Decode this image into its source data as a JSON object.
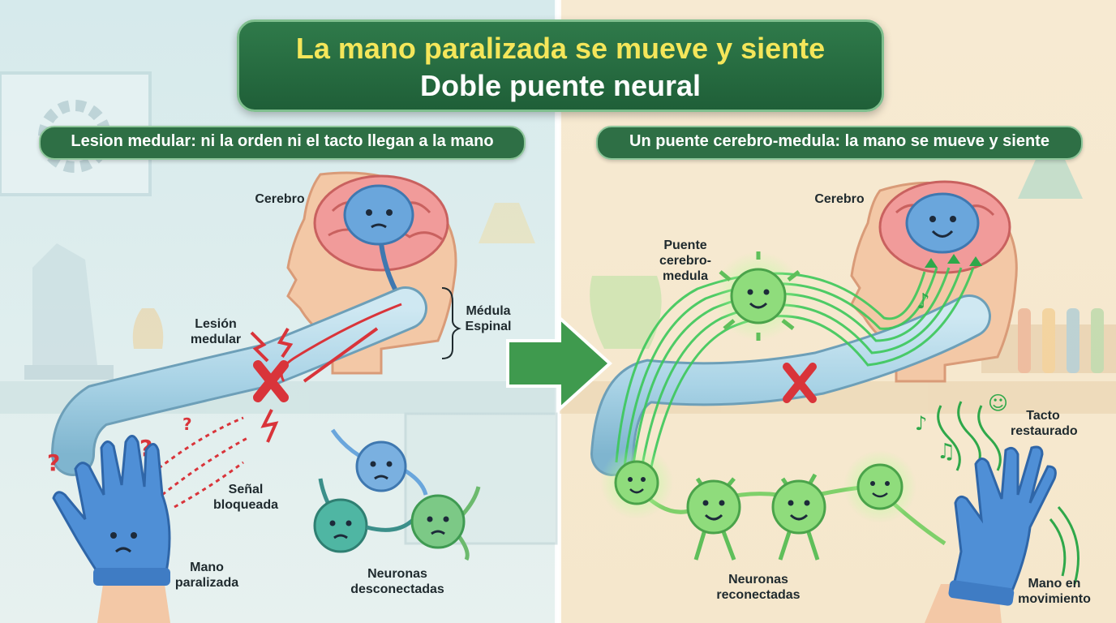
{
  "title": {
    "main": "La mano paralizada se mueve y siente",
    "sub": "Doble puente neural"
  },
  "left_panel": {
    "caption": "Lesion medular: ni la orden ni el tacto llegan a la mano",
    "labels": {
      "brain": "Cerebro",
      "spinal_cord": "Médula Espinal",
      "injury": "Lesión medular",
      "blocked_signal": "Señal bloqueada",
      "paralyzed_hand": "Mano paralizada",
      "disconnected_neurons": "Neuronas desconectadas"
    }
  },
  "right_panel": {
    "caption": "Un puente cerebro-medula: la mano se mueve y siente",
    "labels": {
      "brain": "Cerebro",
      "bridge": "Puente cerebro-medula",
      "touch_restored": "Tacto restaurado",
      "reconnected_neurons": "Neuronas reconectadas",
      "hand_moving": "Mano en movimiento"
    }
  },
  "colors": {
    "left_background": "#dcecee",
    "right_background": "#f7ebd4",
    "title_bar": "#2f7a4a",
    "title_accent": "#f4e65a",
    "signal_red": "#d9343a",
    "bridge_green": "#3cc85a",
    "spinal_blue": "#a9d3e6",
    "glove_blue": "#4f8fd6",
    "neuron_green": "#8fdc7c",
    "brain_blue": "#6aa6dc"
  }
}
